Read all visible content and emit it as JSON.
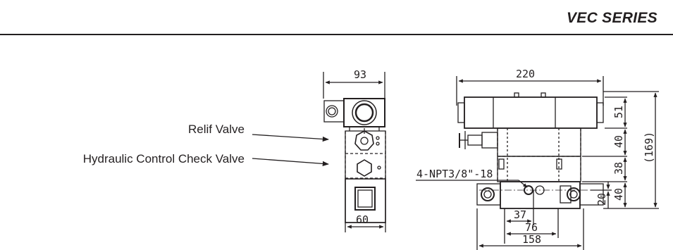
{
  "header": {
    "title": "VEC SERIES"
  },
  "callouts": {
    "relief_valve": "Relif Valve",
    "check_valve": "Hydraulic Control Check Valve"
  },
  "dimensions": {
    "side_width_top": "93",
    "side_width_bottom": "60",
    "front_length": "220",
    "height_51": "51",
    "height_40a": "40",
    "height_38": "38",
    "height_40b": "40",
    "total_height": "(169)",
    "port_offset": "20",
    "port_spacing_37": "37",
    "port_spacing_76": "76",
    "base_length": "158",
    "port_spec": "4-NPT3/8\"-18"
  }
}
